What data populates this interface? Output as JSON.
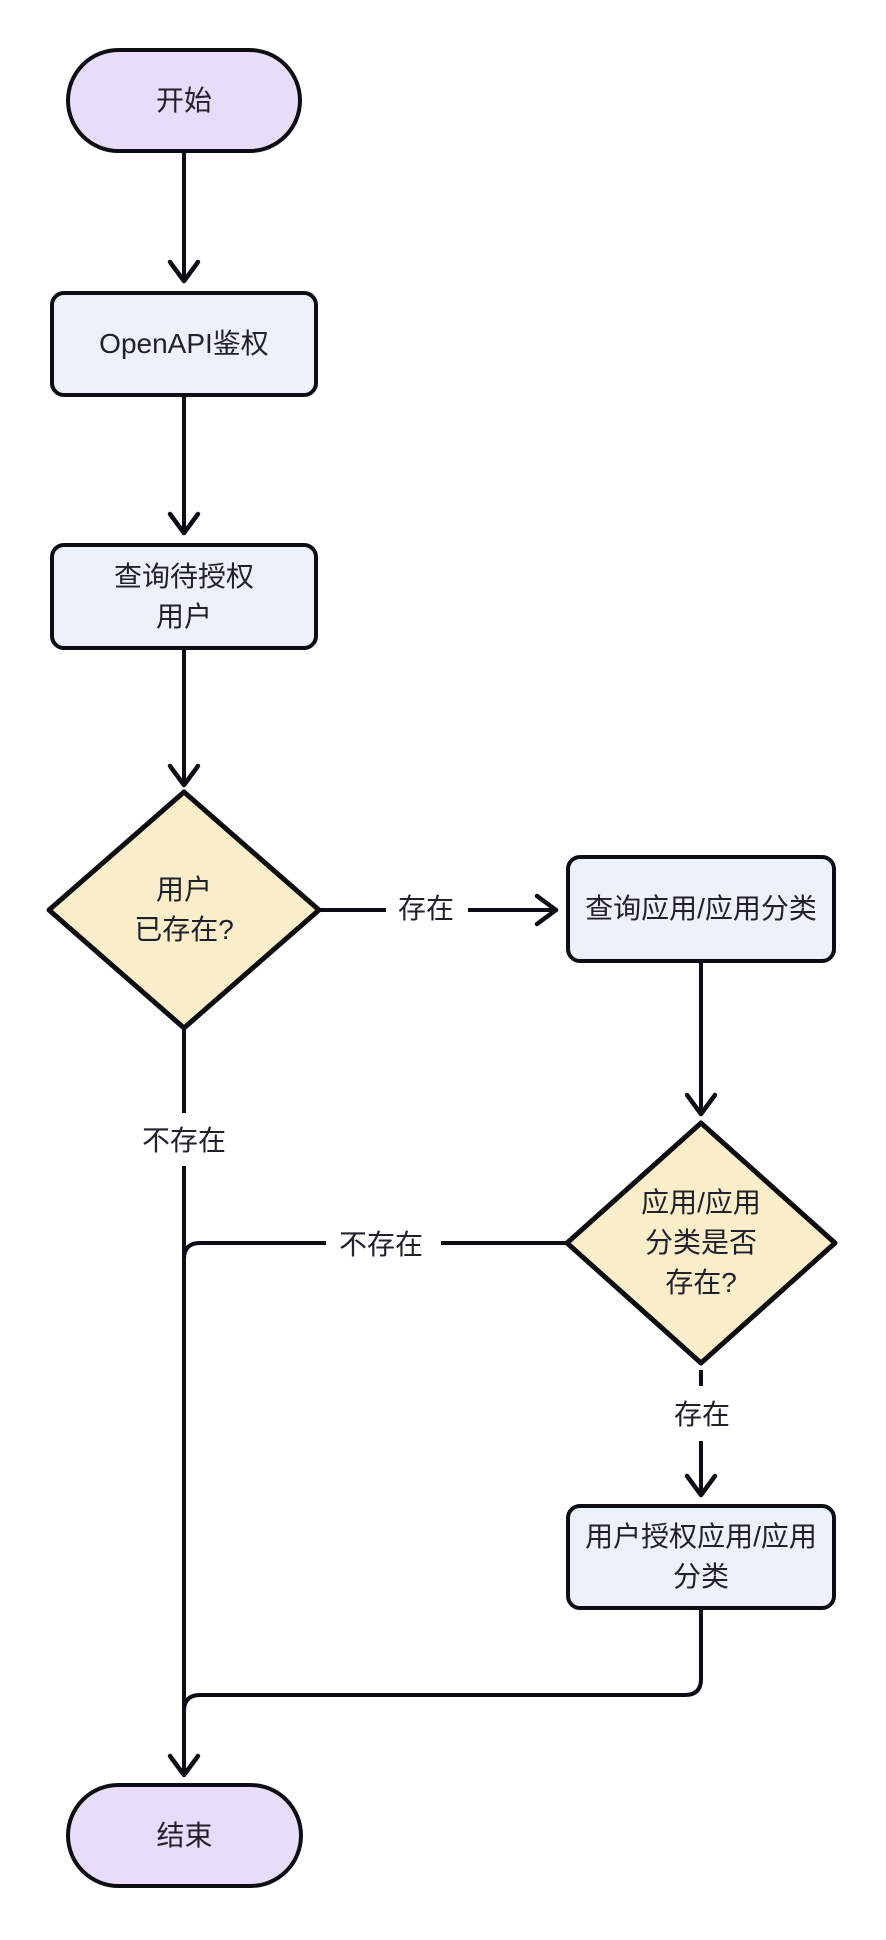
{
  "diagram": {
    "type": "flowchart",
    "background": "#ffffff",
    "palette": {
      "stroke": "#0d0d14",
      "text": "#21212b",
      "start_end_fill": "#e8ddf8",
      "process_fill": "#edf1fa",
      "decision_fill": "#faedc9"
    },
    "nodes": {
      "start": {
        "shape": "stadium",
        "lines": [
          "开始"
        ]
      },
      "openapi_auth": {
        "shape": "process",
        "lines": [
          "OpenAPI鉴权"
        ]
      },
      "query_pending_user": {
        "shape": "process",
        "lines": [
          "查询待授权",
          "用户"
        ]
      },
      "user_exists": {
        "shape": "decision",
        "lines": [
          "用户",
          "已存在?"
        ]
      },
      "query_app": {
        "shape": "process",
        "lines": [
          "查询应用/应用分类"
        ]
      },
      "app_exists": {
        "shape": "decision",
        "lines": [
          "应用/应用",
          "分类是否",
          "存在?"
        ]
      },
      "grant_app": {
        "shape": "process",
        "lines": [
          "用户授权应用/应用",
          "分类"
        ]
      },
      "end": {
        "shape": "stadium",
        "lines": [
          "结束"
        ]
      }
    },
    "edge_labels": {
      "user_exists_yes": "存在",
      "user_exists_no": "不存在",
      "app_exists_no": "不存在",
      "app_exists_yes": "存在"
    }
  }
}
